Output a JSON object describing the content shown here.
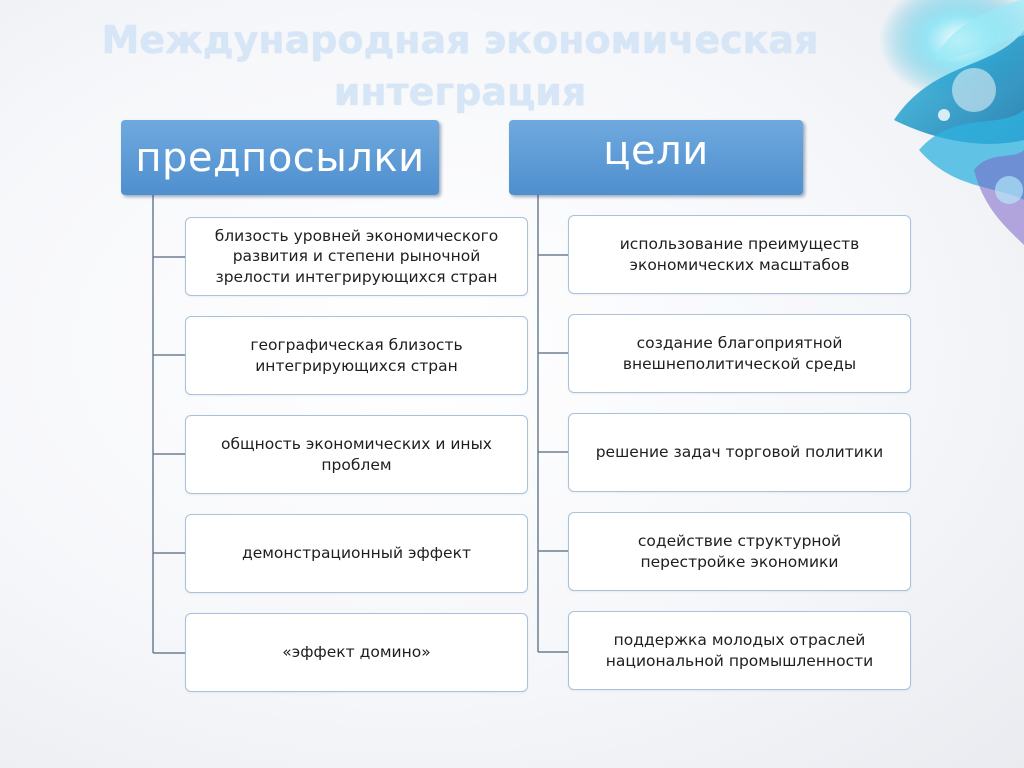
{
  "title": {
    "line1": "Международная экономическая",
    "line2": "интеграция"
  },
  "left": {
    "header": "предпосылки",
    "items": [
      "близость уровней экономического развития и степени рыночной зрелости интегрирующихся  стран",
      "географическая близость интегрирующихся стран",
      "общность экономических и иных проблем",
      "демонстрационный эффект",
      "«эффект домино»"
    ]
  },
  "right": {
    "header": "цели",
    "items": [
      "использование преимуществ экономических масштабов",
      "создание благоприятной внешнеполитической среды",
      "решение задач торговой политики",
      "содействие структурной перестройке экономики",
      "поддержка молодых отраслей национальной промышленности"
    ]
  },
  "colors": {
    "header_top": "#6fa9de",
    "header_bottom": "#4f8fcf",
    "box_border": "#a8c2dc",
    "connector": "#6d7f93",
    "title_text": "#d6e6f6"
  },
  "icons": [
    "floral-decoration-icon"
  ]
}
